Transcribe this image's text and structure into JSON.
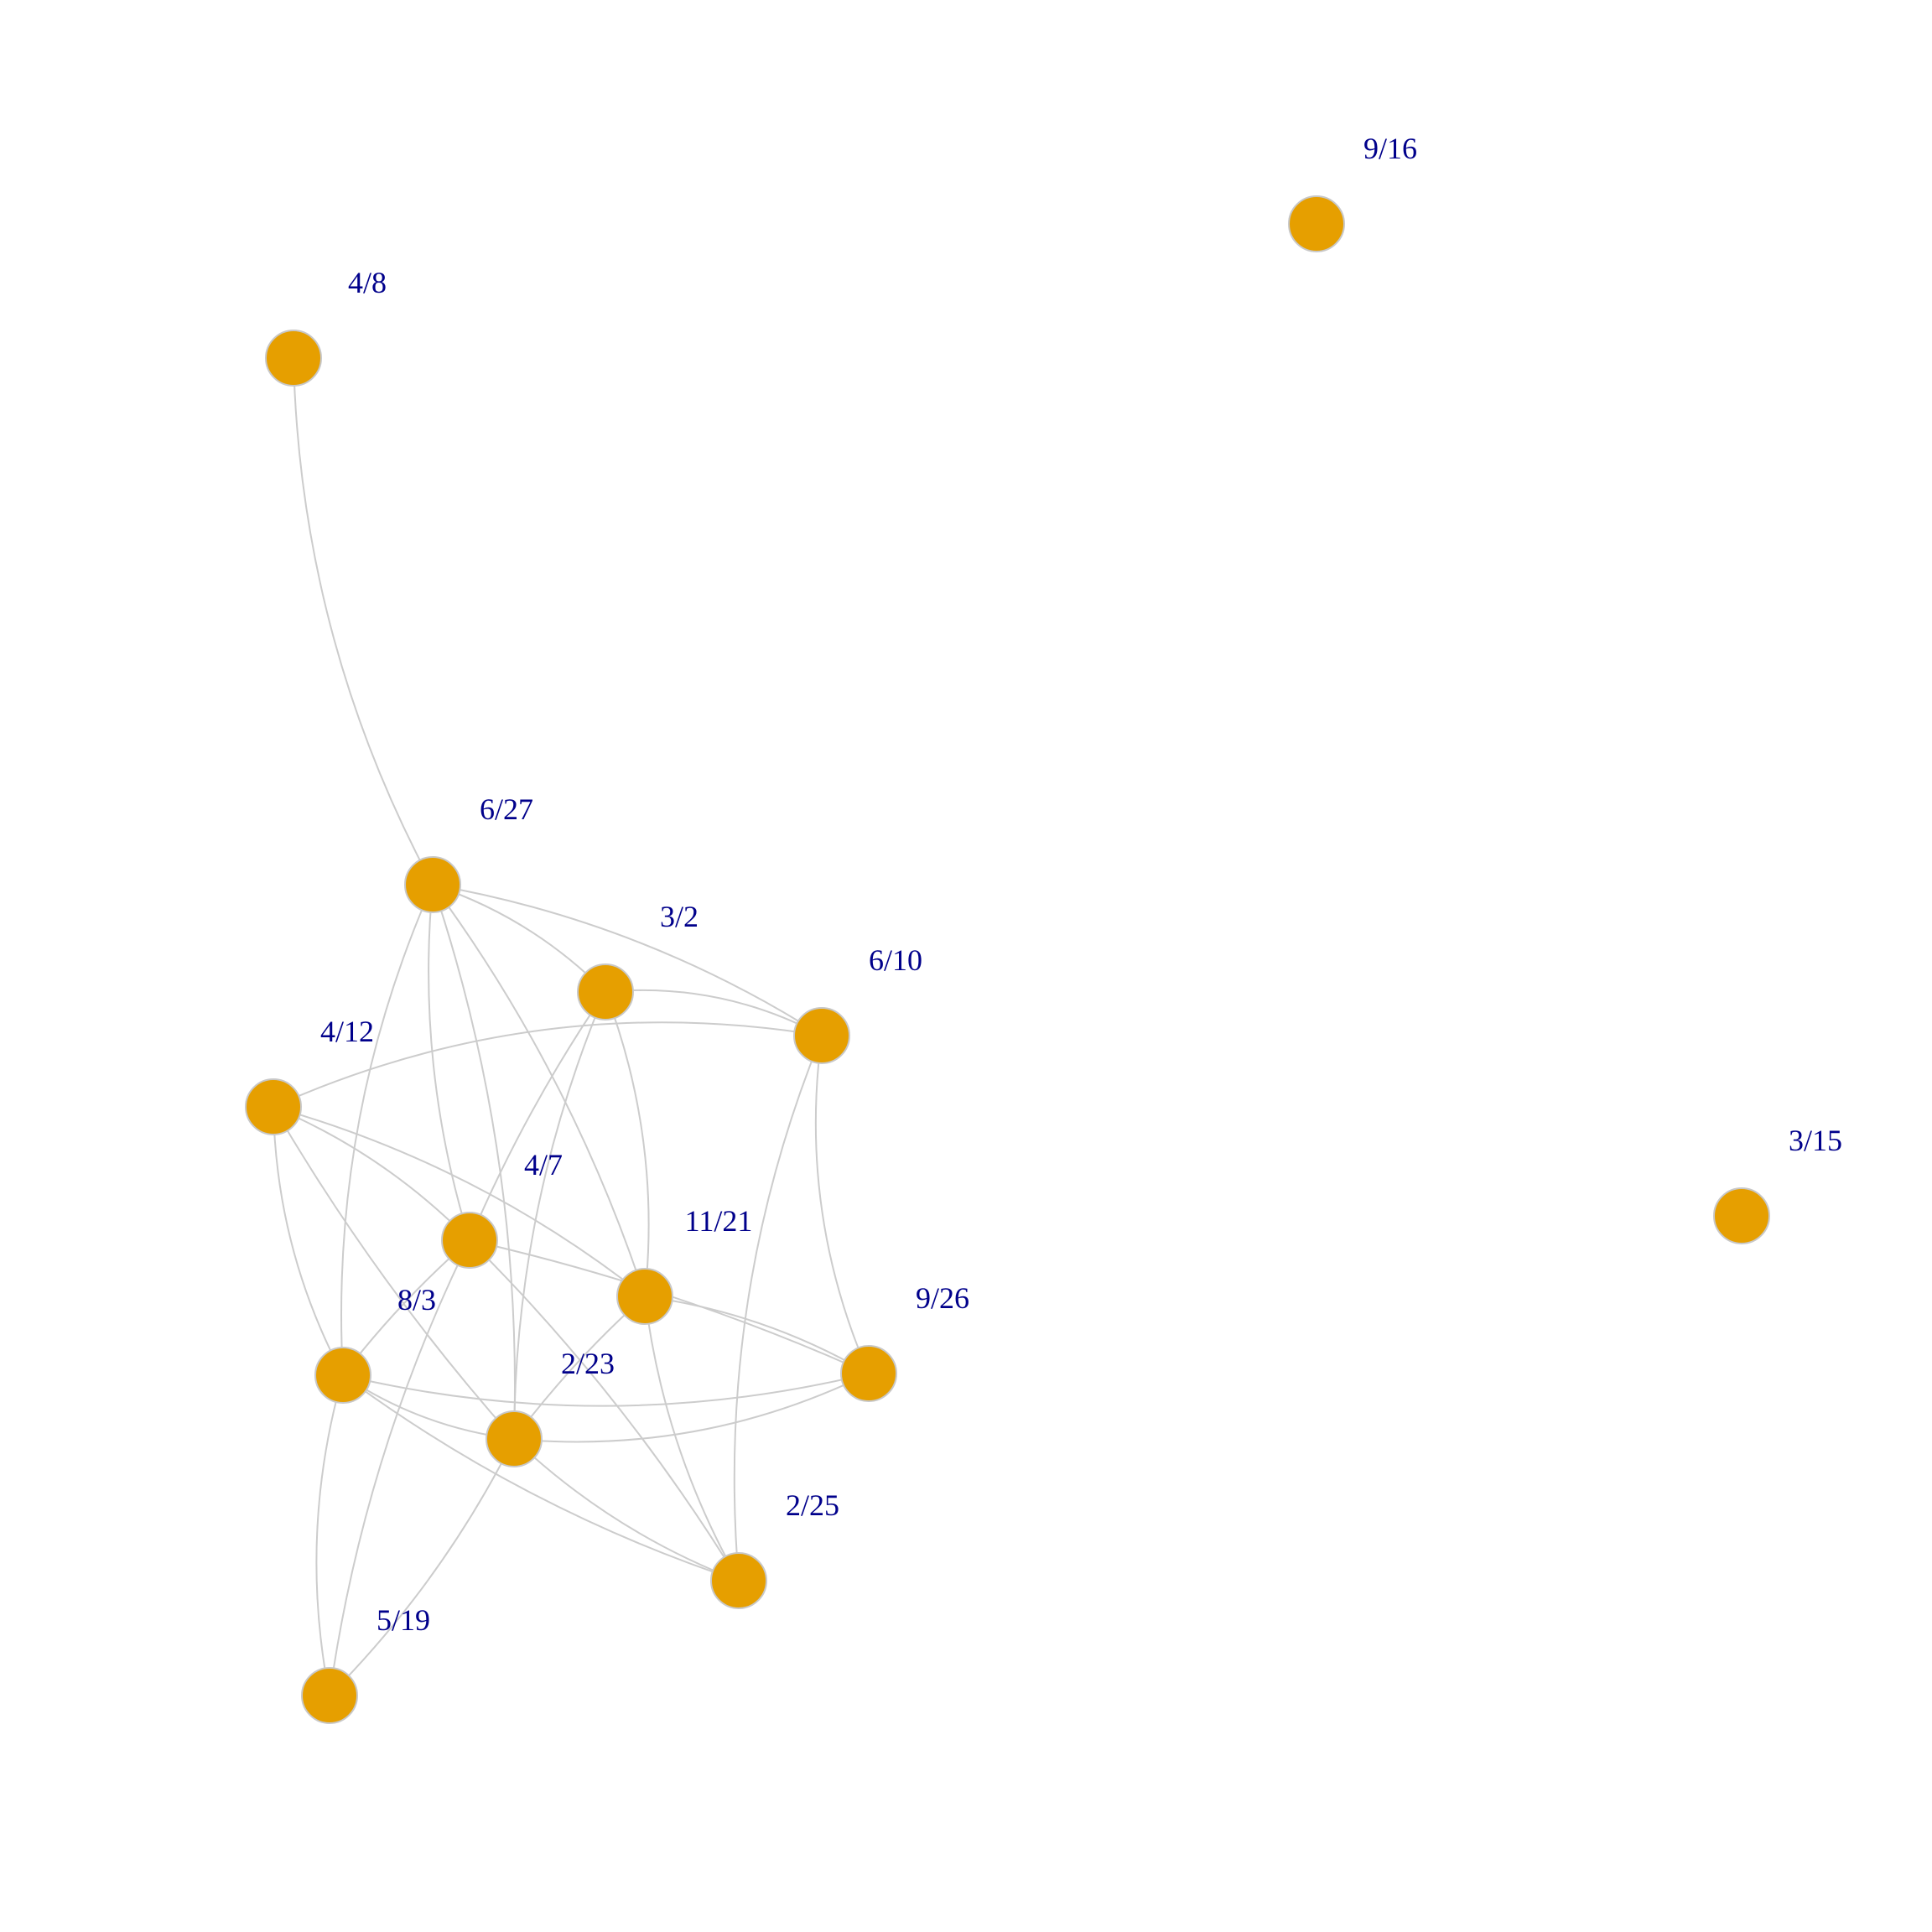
{
  "graph": {
    "node_color": "#E69F00",
    "label_color": "#00008B",
    "edge_color": "#CCCCCC",
    "nodes": [
      {
        "id": "4/8",
        "label": "4/8"
      },
      {
        "id": "9/16",
        "label": "9/16"
      },
      {
        "id": "6/27",
        "label": "6/27"
      },
      {
        "id": "3/2",
        "label": "3/2"
      },
      {
        "id": "6/10",
        "label": "6/10"
      },
      {
        "id": "4/12",
        "label": "4/12"
      },
      {
        "id": "4/7",
        "label": "4/7"
      },
      {
        "id": "11/21",
        "label": "11/21"
      },
      {
        "id": "3/15",
        "label": "3/15"
      },
      {
        "id": "8/3",
        "label": "8/3"
      },
      {
        "id": "9/26",
        "label": "9/26"
      },
      {
        "id": "2/23",
        "label": "2/23"
      },
      {
        "id": "2/25",
        "label": "2/25"
      },
      {
        "id": "5/19",
        "label": "5/19"
      }
    ],
    "edges": [
      [
        "4/8",
        "6/27"
      ],
      [
        "6/27",
        "3/2"
      ],
      [
        "6/27",
        "6/10"
      ],
      [
        "6/27",
        "4/7"
      ],
      [
        "6/27",
        "11/21"
      ],
      [
        "6/27",
        "8/3"
      ],
      [
        "6/27",
        "2/23"
      ],
      [
        "3/2",
        "6/10"
      ],
      [
        "3/2",
        "4/7"
      ],
      [
        "3/2",
        "11/21"
      ],
      [
        "3/2",
        "2/23"
      ],
      [
        "6/10",
        "4/12"
      ],
      [
        "6/10",
        "9/26"
      ],
      [
        "6/10",
        "2/25"
      ],
      [
        "4/12",
        "4/7"
      ],
      [
        "4/12",
        "11/21"
      ],
      [
        "4/12",
        "8/3"
      ],
      [
        "4/12",
        "2/23"
      ],
      [
        "4/7",
        "8/3"
      ],
      [
        "4/7",
        "9/26"
      ],
      [
        "4/7",
        "2/25"
      ],
      [
        "4/7",
        "5/19"
      ],
      [
        "11/21",
        "9/26"
      ],
      [
        "11/21",
        "2/23"
      ],
      [
        "11/21",
        "2/25"
      ],
      [
        "8/3",
        "9/26"
      ],
      [
        "8/3",
        "2/23"
      ],
      [
        "8/3",
        "2/25"
      ],
      [
        "8/3",
        "5/19"
      ],
      [
        "2/23",
        "9/26"
      ],
      [
        "2/23",
        "2/25"
      ],
      [
        "2/23",
        "5/19"
      ]
    ]
  }
}
